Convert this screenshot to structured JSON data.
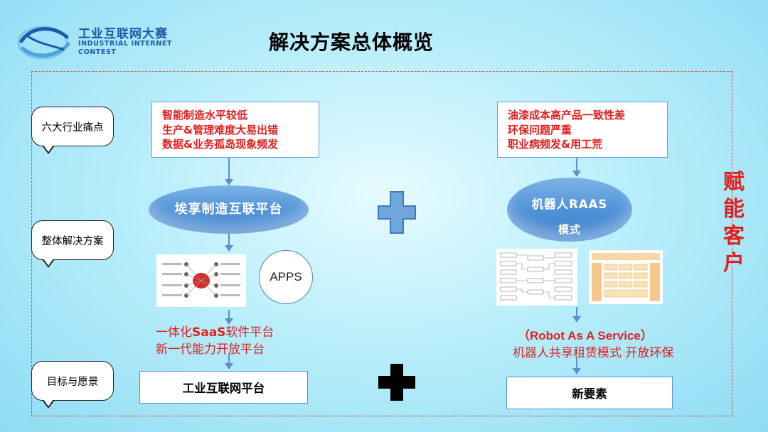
{
  "header": {
    "logo_cn": "工业互联网大赛",
    "logo_en_line1": "INDUSTRIAL INTERNET",
    "logo_en_line2": "CONTEST",
    "title": "解决方案总体概览"
  },
  "callouts": {
    "pain_points": "六大行业痛点",
    "overall_solution": "整体解决方案",
    "goals_vision": "目标与愿景"
  },
  "left": {
    "pain_lines": [
      "智能制造水平较低",
      "生产&管理难度大易出错",
      "数据&业务孤岛现象频发"
    ],
    "platform_oval": "埃享制造互联平台",
    "apps_label": "APPS",
    "saas_prefix": "一体化",
    "saas_bold": "SaaS",
    "saas_suffix": "软件平台",
    "saas_line2": "新一代能力开放平台",
    "goal": "工业互联网平台"
  },
  "right": {
    "pain_lines": [
      "油漆成本高产品一致性差",
      "环保问题严重",
      "职业病频发&用工荒"
    ],
    "oval_line1": "机器人RAAS",
    "oval_line2": "模式",
    "raas_line1": "（Robot As A Service）",
    "raas_line2": "机器人共享租赁模式  开放环保",
    "goal": "新要素"
  },
  "side_label": [
    "赋",
    "能",
    "客",
    "户"
  ],
  "colors": {
    "accent_red": "#e0201f",
    "accent_blue": "#4d90d6"
  }
}
